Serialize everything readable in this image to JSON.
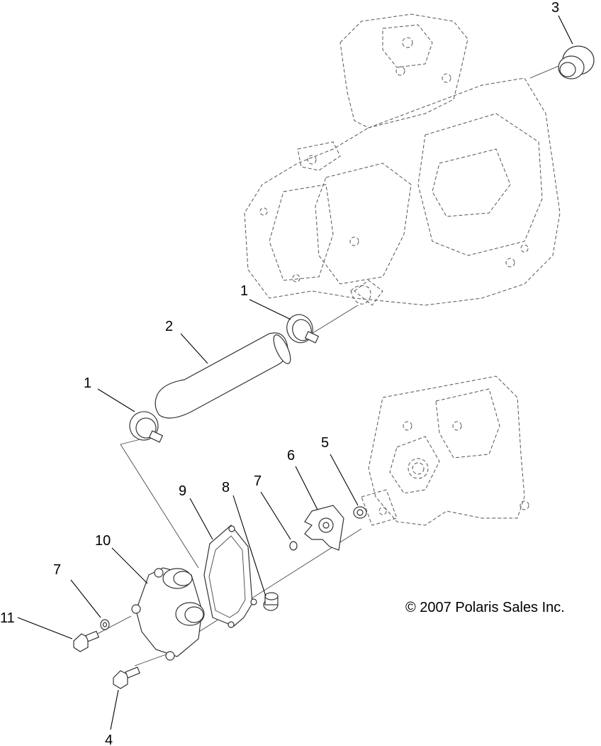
{
  "callouts": [
    {
      "id": "clamp-upper",
      "label": "1"
    },
    {
      "id": "hose",
      "label": "2"
    },
    {
      "id": "thermostat-housing",
      "label": "3"
    },
    {
      "id": "bolt-lower",
      "label": "4"
    },
    {
      "id": "nut",
      "label": "5"
    },
    {
      "id": "impeller",
      "label": "6"
    },
    {
      "id": "washer-pump",
      "label": "7"
    },
    {
      "id": "seal",
      "label": "8"
    },
    {
      "id": "gasket",
      "label": "9"
    },
    {
      "id": "pump-cover",
      "label": "10"
    },
    {
      "id": "washer-cover",
      "label": "7"
    },
    {
      "id": "bolt-cover",
      "label": "11"
    },
    {
      "id": "clamp-lower",
      "label": "1"
    }
  ],
  "copyright": "© 2007 Polaris Sales Inc."
}
